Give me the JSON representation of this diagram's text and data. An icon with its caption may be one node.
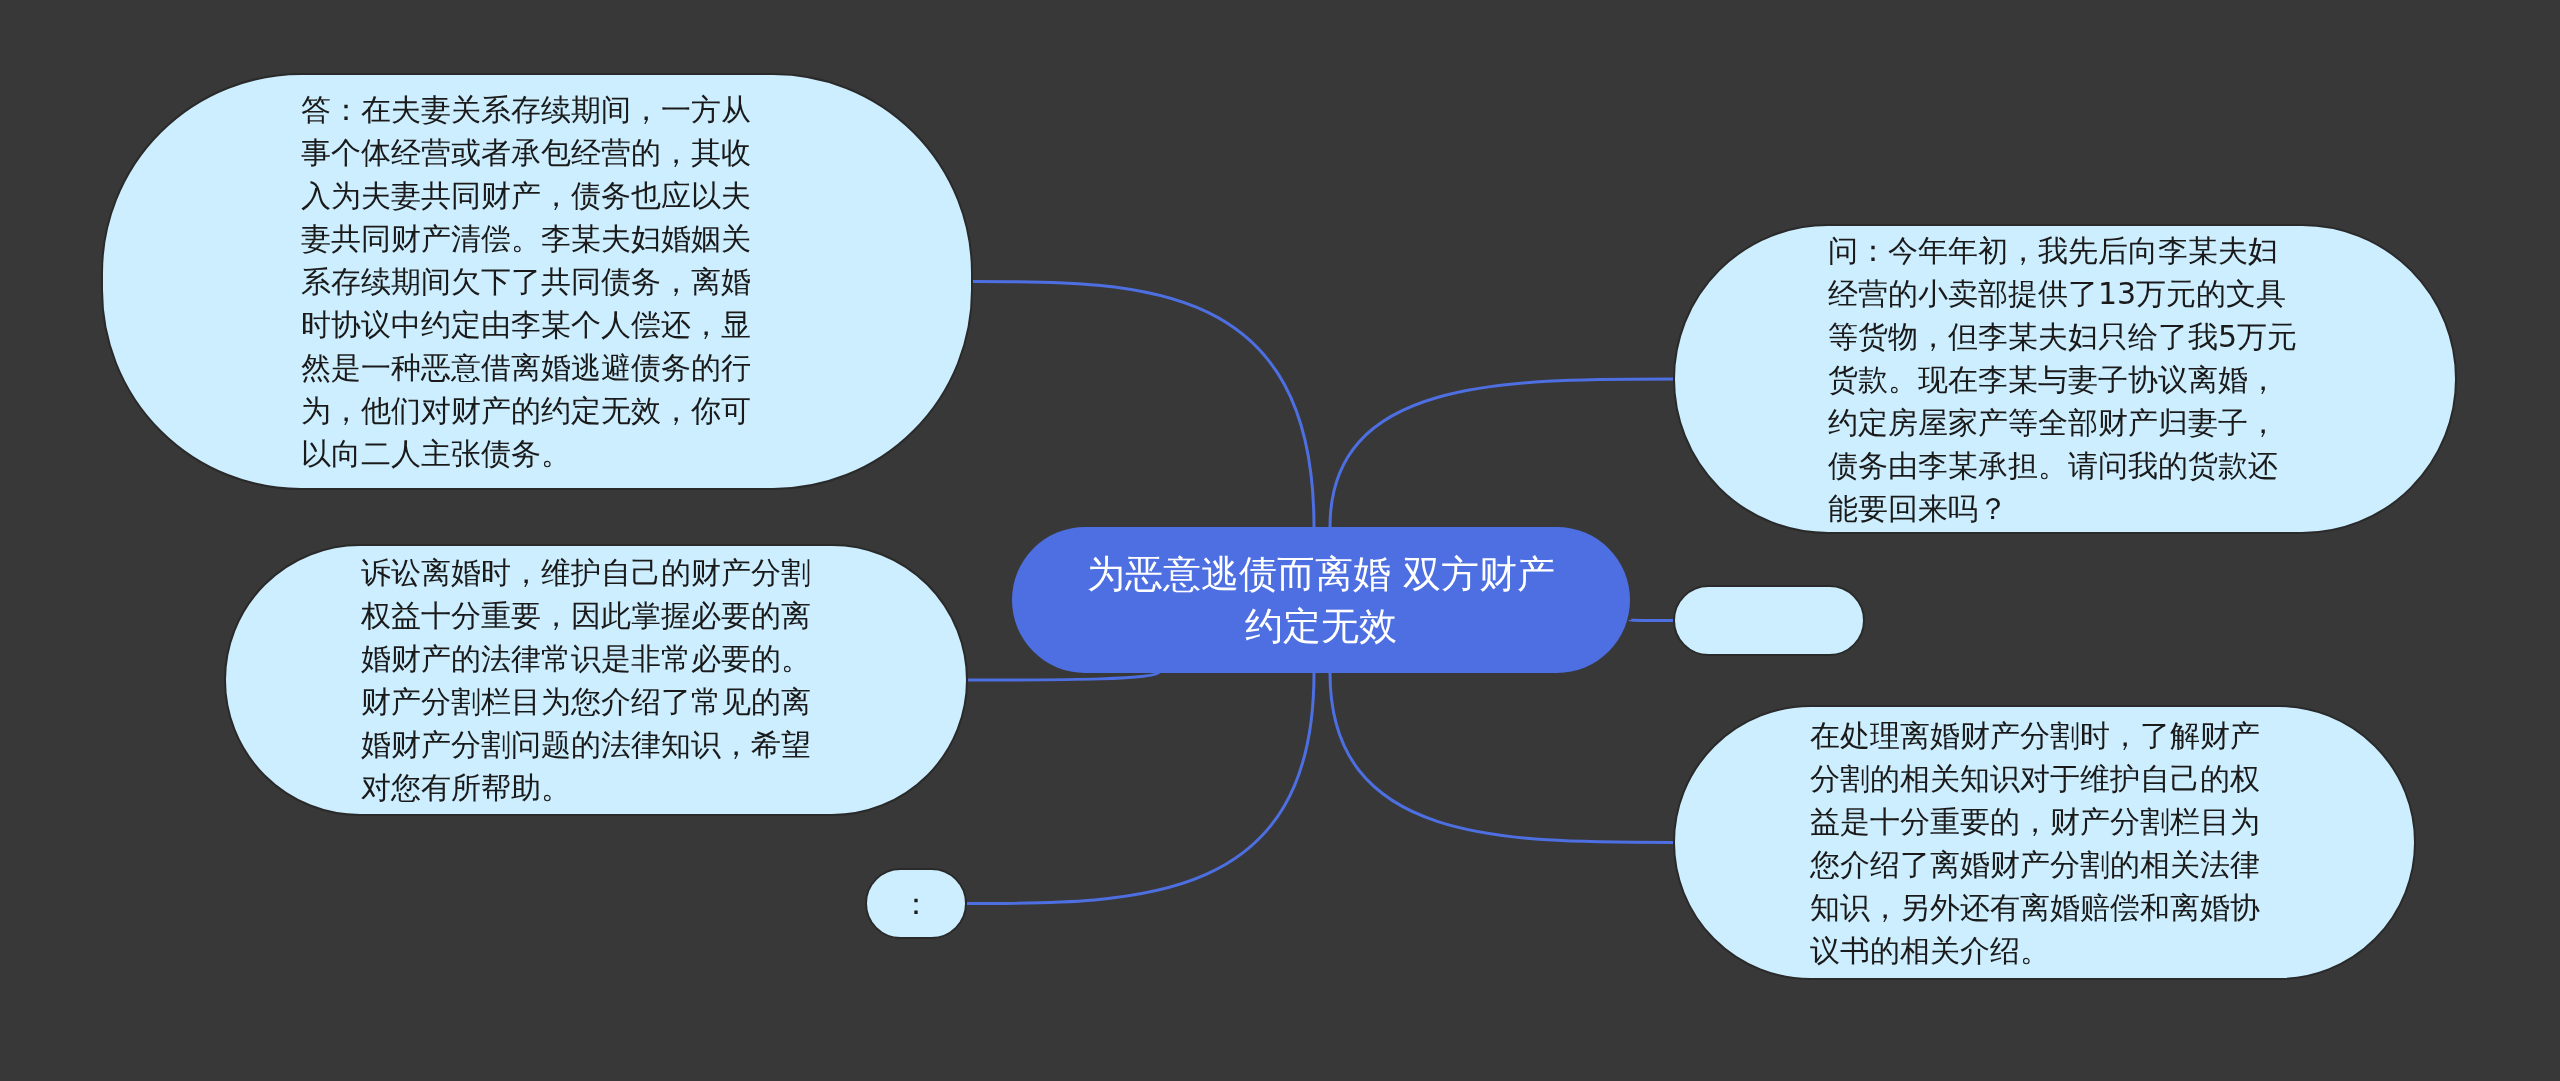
{
  "diagram": {
    "nodes": [
      {
        "text": [
          "为恶意逃债而离婚 双方财产约定无效"
        ]
      },
      {
        "text": [
          "答：在夫妻关系存续期间，一方从事个体经营或者承包经营的，其收入为夫妻共同财产，债务也应以夫妻共同财产清偿。李某夫妇婚姻关系存续期间欠下了共同债务，离婚时协议中约定由李某个人偿还，显然是一种恶意借离婚逃避债务的行为，他们对财产的约定无效，你可以向二人主张债务。"
        ]
      },
      {
        "text": [
          "问：今年年初，我先后向李某夫妇经营的小卖部提供了13万元的文具等货物，但李某夫妇只给了我5万元货款。现在李某与妻子协议离婚，约定房屋家产等全部财产归妻子，债务由李某承担。请问我的货款还能要回来吗？"
        ]
      },
      {
        "text": [],
        "shape": "box"
      },
      {
        "text": [
          "诉讼离婚时，维护自己的财产分割权益十分重要，因此掌握必要的离婚财产的法律常识是非常必要的。财产分割栏目为您介绍了常见的离婚财产分割问题的法律知识，希望对您有所帮助。"
        ]
      },
      {
        "text": [
          "在处理离婚财产分割时，了解财产分割的相关知识对于维护自己的权益是十分重要的，财产分割栏目为您介绍了离婚财产分割的相关法律知识，另外还有离婚赔偿和离婚协议书的相关介绍。"
        ]
      },
      {
        "text": [
          "："
        ]
      }
    ],
    "edges": [
      {
        "from": 0,
        "to": 1,
        "arrow": "none"
      },
      {
        "from": 0,
        "to": 2,
        "arrow": "none"
      },
      {
        "from": 0,
        "to": 3,
        "arrow": "none"
      },
      {
        "from": 0,
        "to": 4,
        "arrow": "none"
      },
      {
        "from": 0,
        "to": 5,
        "arrow": "none"
      },
      {
        "from": 0,
        "to": 6,
        "arrow": "none"
      }
    ]
  }
}
